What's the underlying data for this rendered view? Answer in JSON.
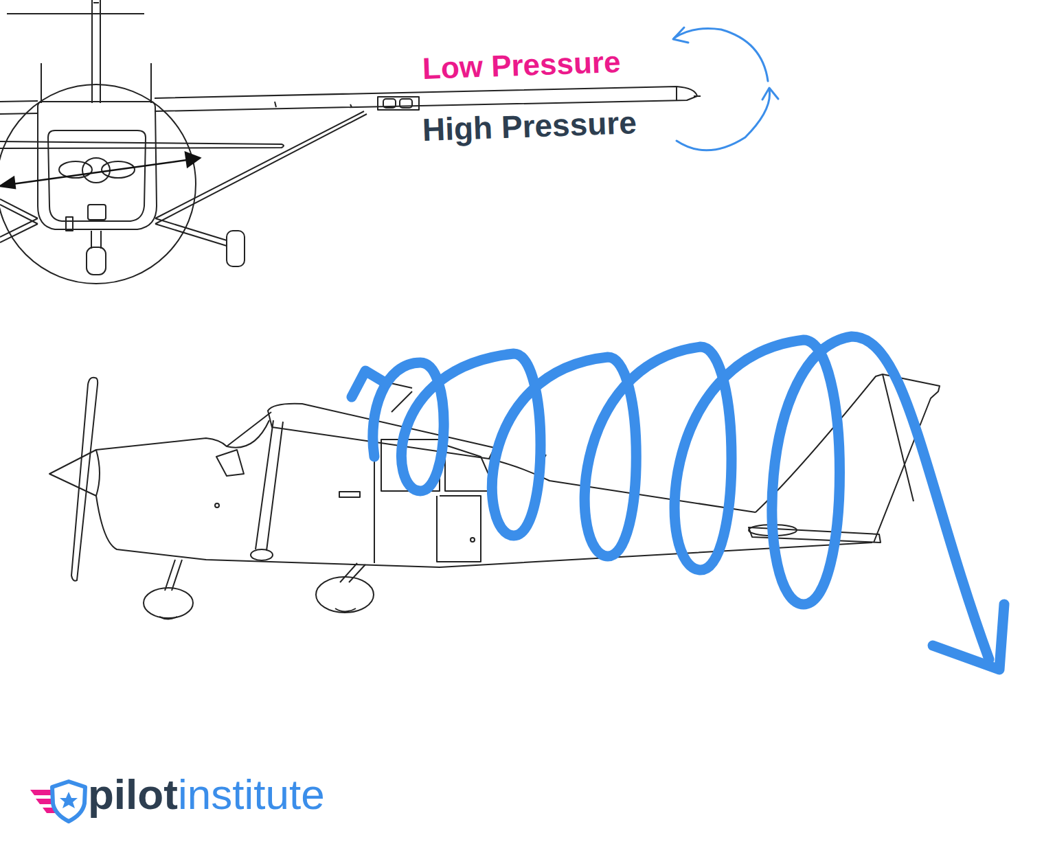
{
  "diagram": {
    "labels": [
      "Low Pressure",
      "High Pressure",
      "pilot",
      "institute"
    ]
  }
}
